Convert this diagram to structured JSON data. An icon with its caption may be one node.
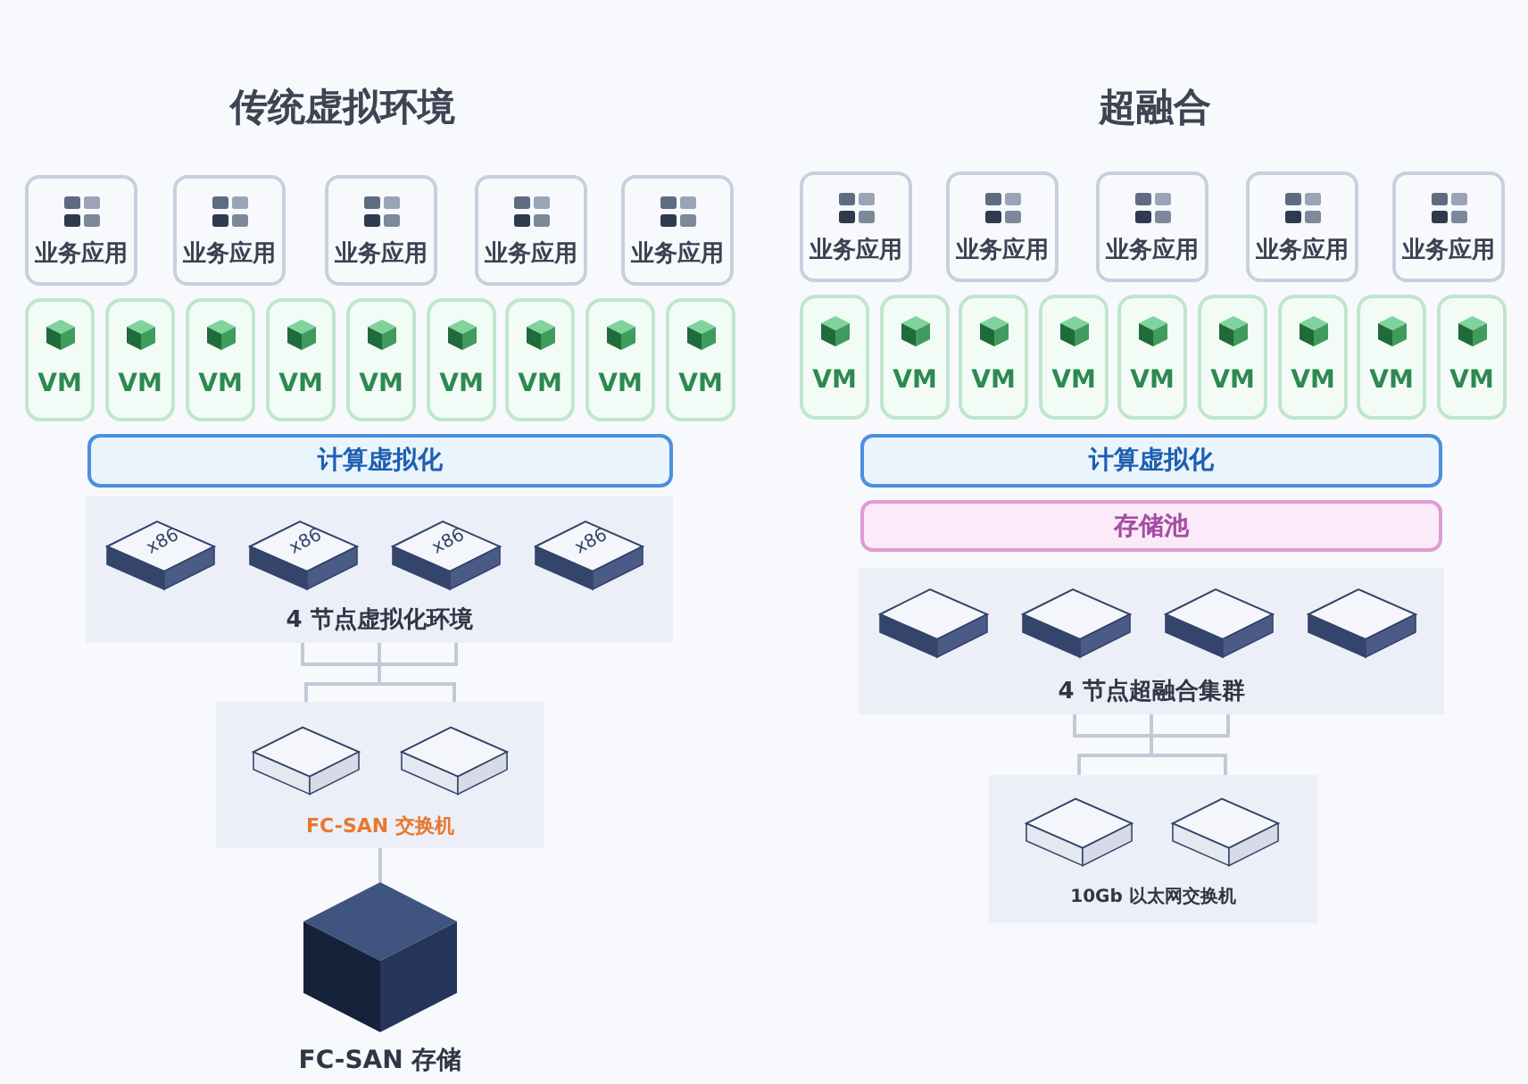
{
  "diagram": {
    "nodes": [
      {
        "text": [
          "业务应用"
        ]
      },
      {
        "text": [
          "业务应用"
        ]
      },
      {
        "text": [
          "业务应用"
        ]
      },
      {
        "text": [
          "业务应用"
        ]
      },
      {
        "text": [
          "业务应用"
        ]
      },
      {
        "text": [
          "VM"
        ]
      },
      {
        "text": [
          "VM"
        ]
      },
      {
        "text": [
          "VM"
        ]
      },
      {
        "text": [
          "VM"
        ]
      },
      {
        "text": [
          "VM"
        ]
      },
      {
        "text": [
          "VM"
        ]
      },
      {
        "text": [
          "VM"
        ]
      },
      {
        "text": [
          "VM"
        ]
      },
      {
        "text": [
          "VM"
        ]
      },
      {
        "text": [
          "计算虚拟化"
        ]
      },
      {
        "text": [
          "4 节点虚拟化环境"
        ]
      },
      {
        "text": [
          "x86"
        ],
        "in": 15
      },
      {
        "text": [
          "x86"
        ],
        "in": 15
      },
      {
        "text": [
          "x86"
        ],
        "in": 15
      },
      {
        "text": [
          "x86"
        ],
        "in": 15
      },
      {
        "text": [
          "FC-SAN 交换机"
        ]
      },
      {
        "text": [],
        "shape": "box",
        "in": 20
      },
      {
        "text": [],
        "shape": "box",
        "in": 20
      },
      {
        "text": [
          "FC-SAN 存储"
        ]
      },
      {
        "text": [
          "业务应用"
        ]
      },
      {
        "text": [
          "业务应用"
        ]
      },
      {
        "text": [
          "业务应用"
        ]
      },
      {
        "text": [
          "业务应用"
        ]
      },
      {
        "text": [
          "业务应用"
        ]
      },
      {
        "text": [
          "VM"
        ]
      },
      {
        "text": [
          "VM"
        ]
      },
      {
        "text": [
          "VM"
        ]
      },
      {
        "text": [
          "VM"
        ]
      },
      {
        "text": [
          "VM"
        ]
      },
      {
        "text": [
          "VM"
        ]
      },
      {
        "text": [
          "VM"
        ]
      },
      {
        "text": [
          "VM"
        ]
      },
      {
        "text": [
          "VM"
        ]
      },
      {
        "text": [
          "计算虚拟化"
        ]
      },
      {
        "text": [
          "存储池"
        ]
      },
      {
        "text": [
          "4 节点超融合集群"
        ]
      },
      {
        "text": [],
        "shape": "box",
        "in": 40
      },
      {
        "text": [],
        "shape": "box",
        "in": 40
      },
      {
        "text": [],
        "shape": "box",
        "in": 40
      },
      {
        "text": [],
        "shape": "box",
        "in": 40
      },
      {
        "text": [
          "10Gb 以太网交换机"
        ]
      },
      {
        "text": [],
        "shape": "box",
        "in": 45
      },
      {
        "text": [],
        "shape": "box",
        "in": 45
      }
    ],
    "edges": [
      {
        "from": 15,
        "to": 20,
        "arrow": "none"
      },
      {
        "from": 20,
        "to": 23,
        "arrow": "none"
      },
      {
        "from": 40,
        "to": 45,
        "arrow": "none"
      }
    ],
    "labels": [
      "传统虚拟环境",
      "超融合"
    ]
  }
}
